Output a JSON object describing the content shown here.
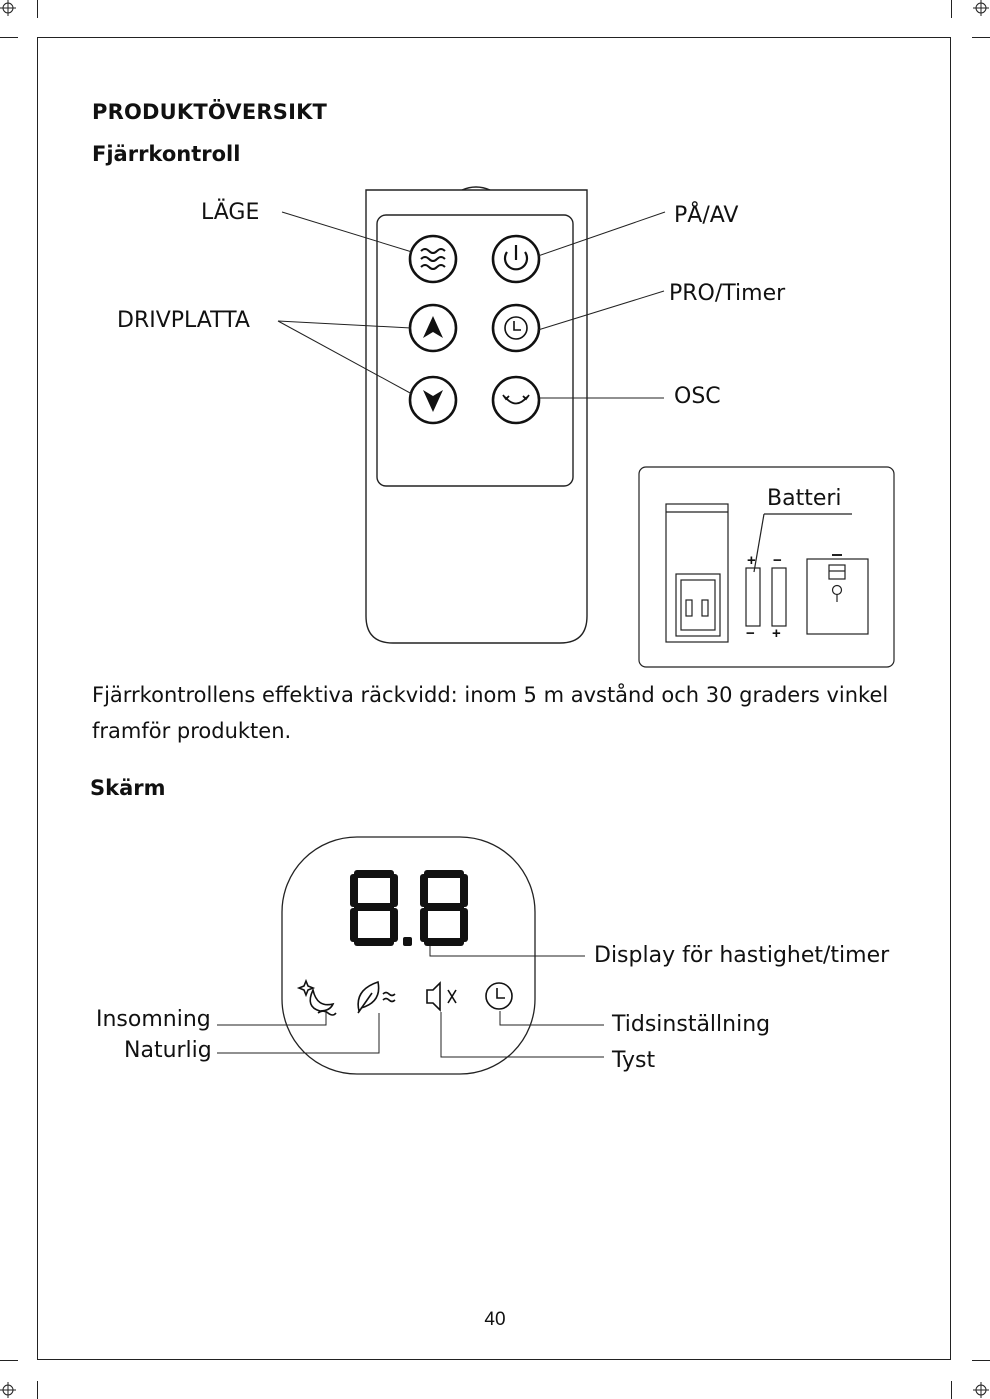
{
  "section_title": "PRODUKTÖVERSIKT",
  "remote": {
    "heading": "Fjärrkontroll",
    "labels": {
      "mode": "LÄGE",
      "power": "PÅ/AV",
      "drive_plate": "DRIVPLATTA",
      "pro_timer": "PRO/Timer",
      "osc": "OSC",
      "battery": "Batteri"
    },
    "battery_polarity": {
      "plus": "+",
      "minus": "−"
    },
    "range_note": "Fjärrkontrollens effektiva räckvidd: inom 5 m avstånd och 30 graders vinkel framför produkten."
  },
  "screen": {
    "heading": "Skärm",
    "display_value": "8.8",
    "labels": {
      "speed_timer_display": "Display för hastighet/timer",
      "sleep": "Insomning",
      "natural": "Naturlig",
      "timer_setting": "Tidsinställning",
      "mute": "Tyst"
    }
  },
  "page_number": "40",
  "icons": [
    "mode-waves-icon",
    "power-icon",
    "arrow-up-icon",
    "clock-icon",
    "arrow-down-icon",
    "oscillate-icon",
    "sleep-moon-icon",
    "leaf-wind-icon",
    "mute-speaker-icon",
    "timer-clock-icon"
  ]
}
